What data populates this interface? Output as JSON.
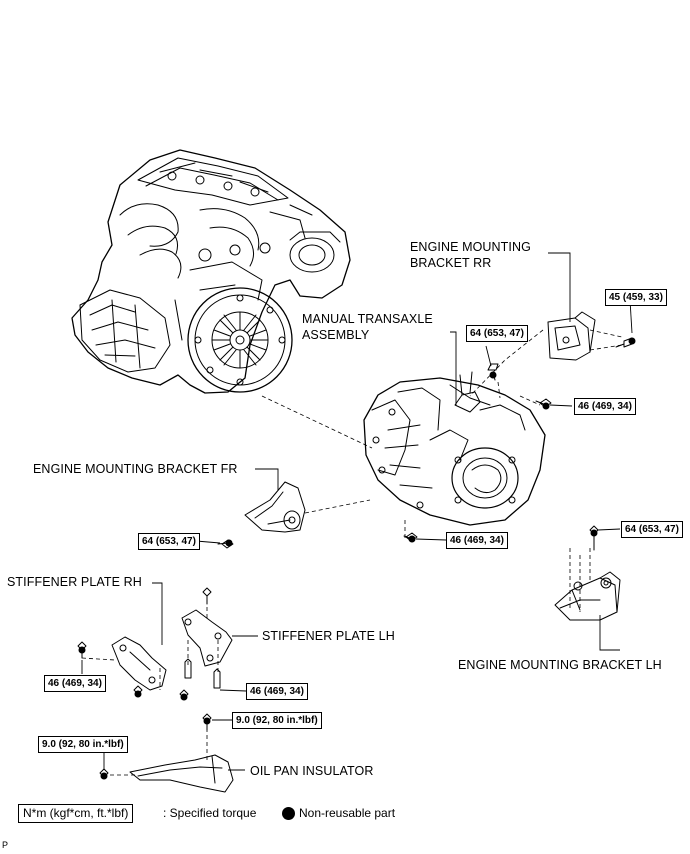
{
  "labels": {
    "bracket_rr": [
      "ENGINE MOUNTING",
      "BRACKET RR"
    ],
    "transaxle": [
      "MANUAL TRANSAXLE",
      "ASSEMBLY"
    ],
    "bracket_fr": "ENGINE MOUNTING BRACKET FR",
    "stiffener_rh": "STIFFENER PLATE RH",
    "stiffener_lh": "STIFFENER PLATE LH",
    "bracket_lh": "ENGINE MOUNTING BRACKET LH",
    "oil_pan": "OIL PAN INSULATOR"
  },
  "torques": {
    "rr": "45 (459, 33)",
    "transaxle_top": "64 (653, 47)",
    "transaxle_right": "46 (469, 34)",
    "fr": "64 (653, 47)",
    "transaxle_bottom": "46 (469, 34)",
    "lh": "64 (653, 47)",
    "stiffener_rh": "46 (469, 34)",
    "stiffener_lh": "46 (469, 34)",
    "oil_pan_top": "9.0 (92, 80 in.*lbf)",
    "oil_pan_left": "9.0 (92, 80 in.*lbf)"
  },
  "legend": {
    "torque_units": "N*m (kgf*cm, ft.*lbf)",
    "torque_desc": ": Specified torque",
    "nonreusable": "Non-reusable part"
  },
  "corner_mark": "P"
}
